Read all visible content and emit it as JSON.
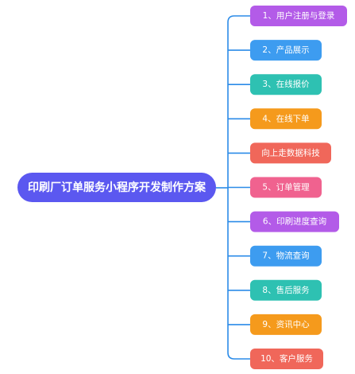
{
  "root": {
    "label": "印刷厂订单服务小程序开发制作方案",
    "color": "#5b58f0"
  },
  "connector_color": "#2b8be8",
  "branches": [
    {
      "label": "1、用户注册与登录",
      "color": "#b35be8"
    },
    {
      "label": "2、产品展示",
      "color": "#3d9cf0"
    },
    {
      "label": "3、在线报价",
      "color": "#2ec1b2"
    },
    {
      "label": "4、在线下单",
      "color": "#f59a1c"
    },
    {
      "label": "向上走数据科技",
      "color": "#f0675a"
    },
    {
      "label": "5、订单管理",
      "color": "#f0628f"
    },
    {
      "label": "6、印刷进度查询",
      "color": "#b35be8"
    },
    {
      "label": "7、物流查询",
      "color": "#3d9cf0"
    },
    {
      "label": "8、售后服务",
      "color": "#2ec1b2"
    },
    {
      "label": "9、资讯中心",
      "color": "#f59a1c"
    },
    {
      "label": "10、客户服务",
      "color": "#f0675a"
    }
  ]
}
